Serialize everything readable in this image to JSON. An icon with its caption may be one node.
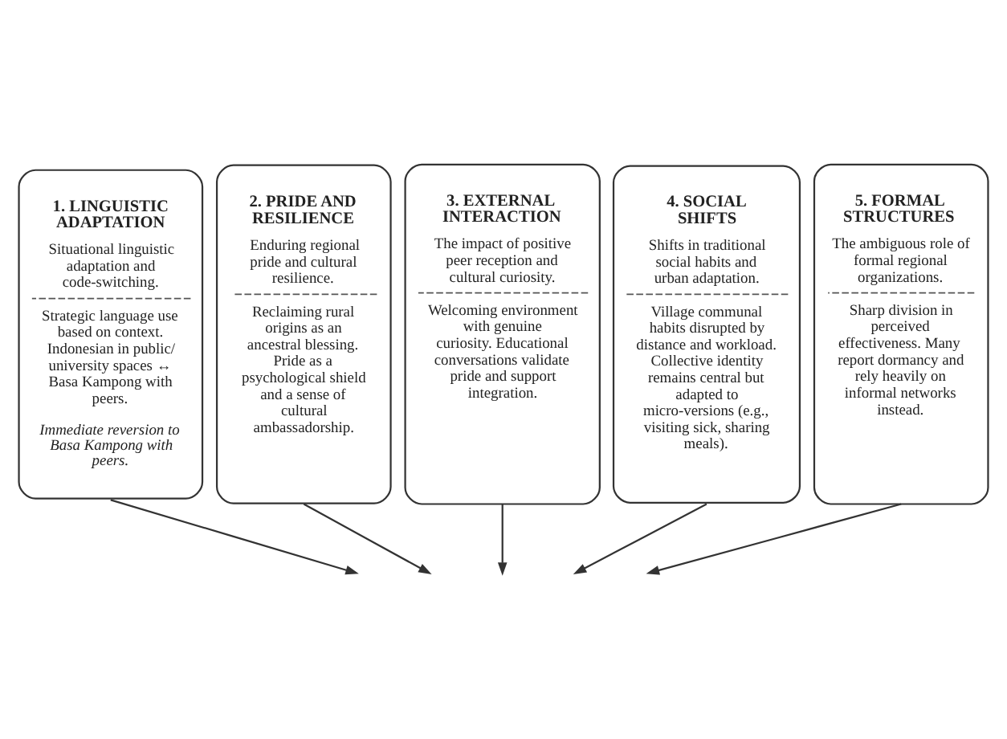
{
  "diagram": {
    "nodes": [
      {
        "text": [
          "1. LINGUISTIC ADAPTATION",
          "Situational linguistic adaptation and code-switching.",
          "Strategic language use based on context. Indonesian in public/ university spaces ↔ Basa Kampong with peers.",
          "Immediate reversion to Basa Kampong with peers."
        ]
      },
      {
        "text": [
          "2. PRIDE AND RESILIENCE",
          "Enduring regional pride and cultural resilience.",
          "Reclaiming rural origins as an ancestral blessing. Pride as a psychological shield and a sense of cultural ambassadorship."
        ]
      },
      {
        "text": [
          "3. EXTERNAL INTERACTION",
          "The impact of positive peer reception and cultural curiosity.",
          "Welcoming environment with genuine curiosity. Educational conversations validate pride and support integration."
        ]
      },
      {
        "text": [
          "4. SOCIAL SHIFTS",
          "Shifts in traditional social habits and urban adaptation.",
          "Village communal habits disrupted by distance and workload. Collective identity remains central but adapted to micro-versions (e.g., visiting sick, sharing meals)."
        ]
      },
      {
        "text": [
          "5. FORMAL STRUCTURES",
          "The ambiguous role of formal regional organizations.",
          "Sharp division in perceived effectiveness. Many report dormancy and rely heavily on informal networks instead."
        ]
      }
    ],
    "edges": [
      {
        "from": 0,
        "to": null,
        "arrow": "to"
      },
      {
        "from": 1,
        "to": null,
        "arrow": "to"
      },
      {
        "from": 2,
        "to": null,
        "arrow": "to"
      },
      {
        "from": 3,
        "to": null,
        "arrow": "to"
      },
      {
        "from": 4,
        "to": null,
        "arrow": "to"
      }
    ]
  }
}
